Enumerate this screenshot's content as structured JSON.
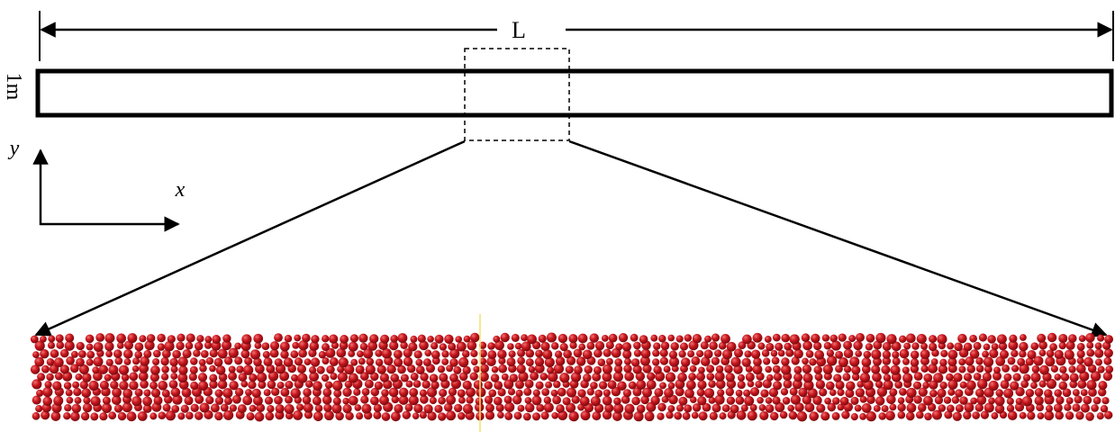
{
  "labels": {
    "length": "L",
    "height": "1m",
    "y_axis": "y",
    "x_axis": "x"
  },
  "colors": {
    "line": "#000000",
    "particle": "#c0141b",
    "particle_highlight": "#e45a5a",
    "particle_shadow": "#6d0a0e",
    "centerline": "#f2e36b"
  }
}
